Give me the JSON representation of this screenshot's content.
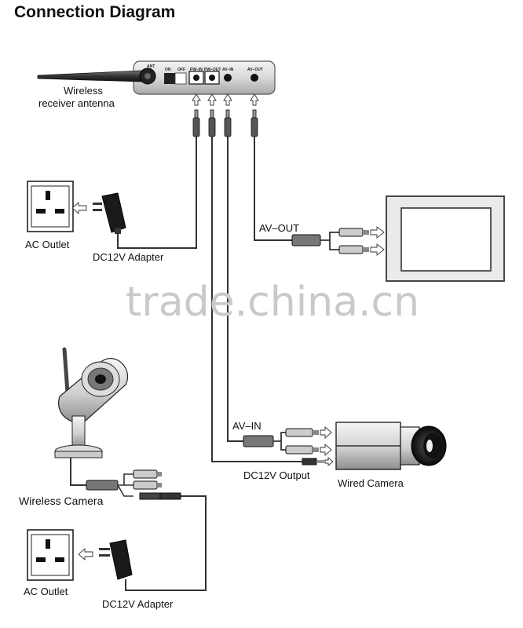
{
  "title": "Connection Diagram",
  "watermark": "trade.china.cn",
  "receiver": {
    "antenna_label_1": "Wireless",
    "antenna_label_2": "receiver antenna",
    "port_ant": "ANT",
    "port_on": "ON",
    "port_off": "OFF",
    "port_pw_in": "PW–IN",
    "port_pw_out": "PW–OUT",
    "port_av_in": "AV–IN",
    "port_av_out": "AV–OUT"
  },
  "labels": {
    "ac_outlet_top": "AC Outlet",
    "adapter_top": "DC12V Adapter",
    "av_out": "AV–OUT",
    "av_in": "AV–IN",
    "dc_output": "DC12V  Output",
    "wired_camera": "Wired Camera",
    "wireless_camera": "Wireless Camera",
    "ac_outlet_bottom": "AC Outlet",
    "adapter_bottom": "DC12V Adapter"
  }
}
